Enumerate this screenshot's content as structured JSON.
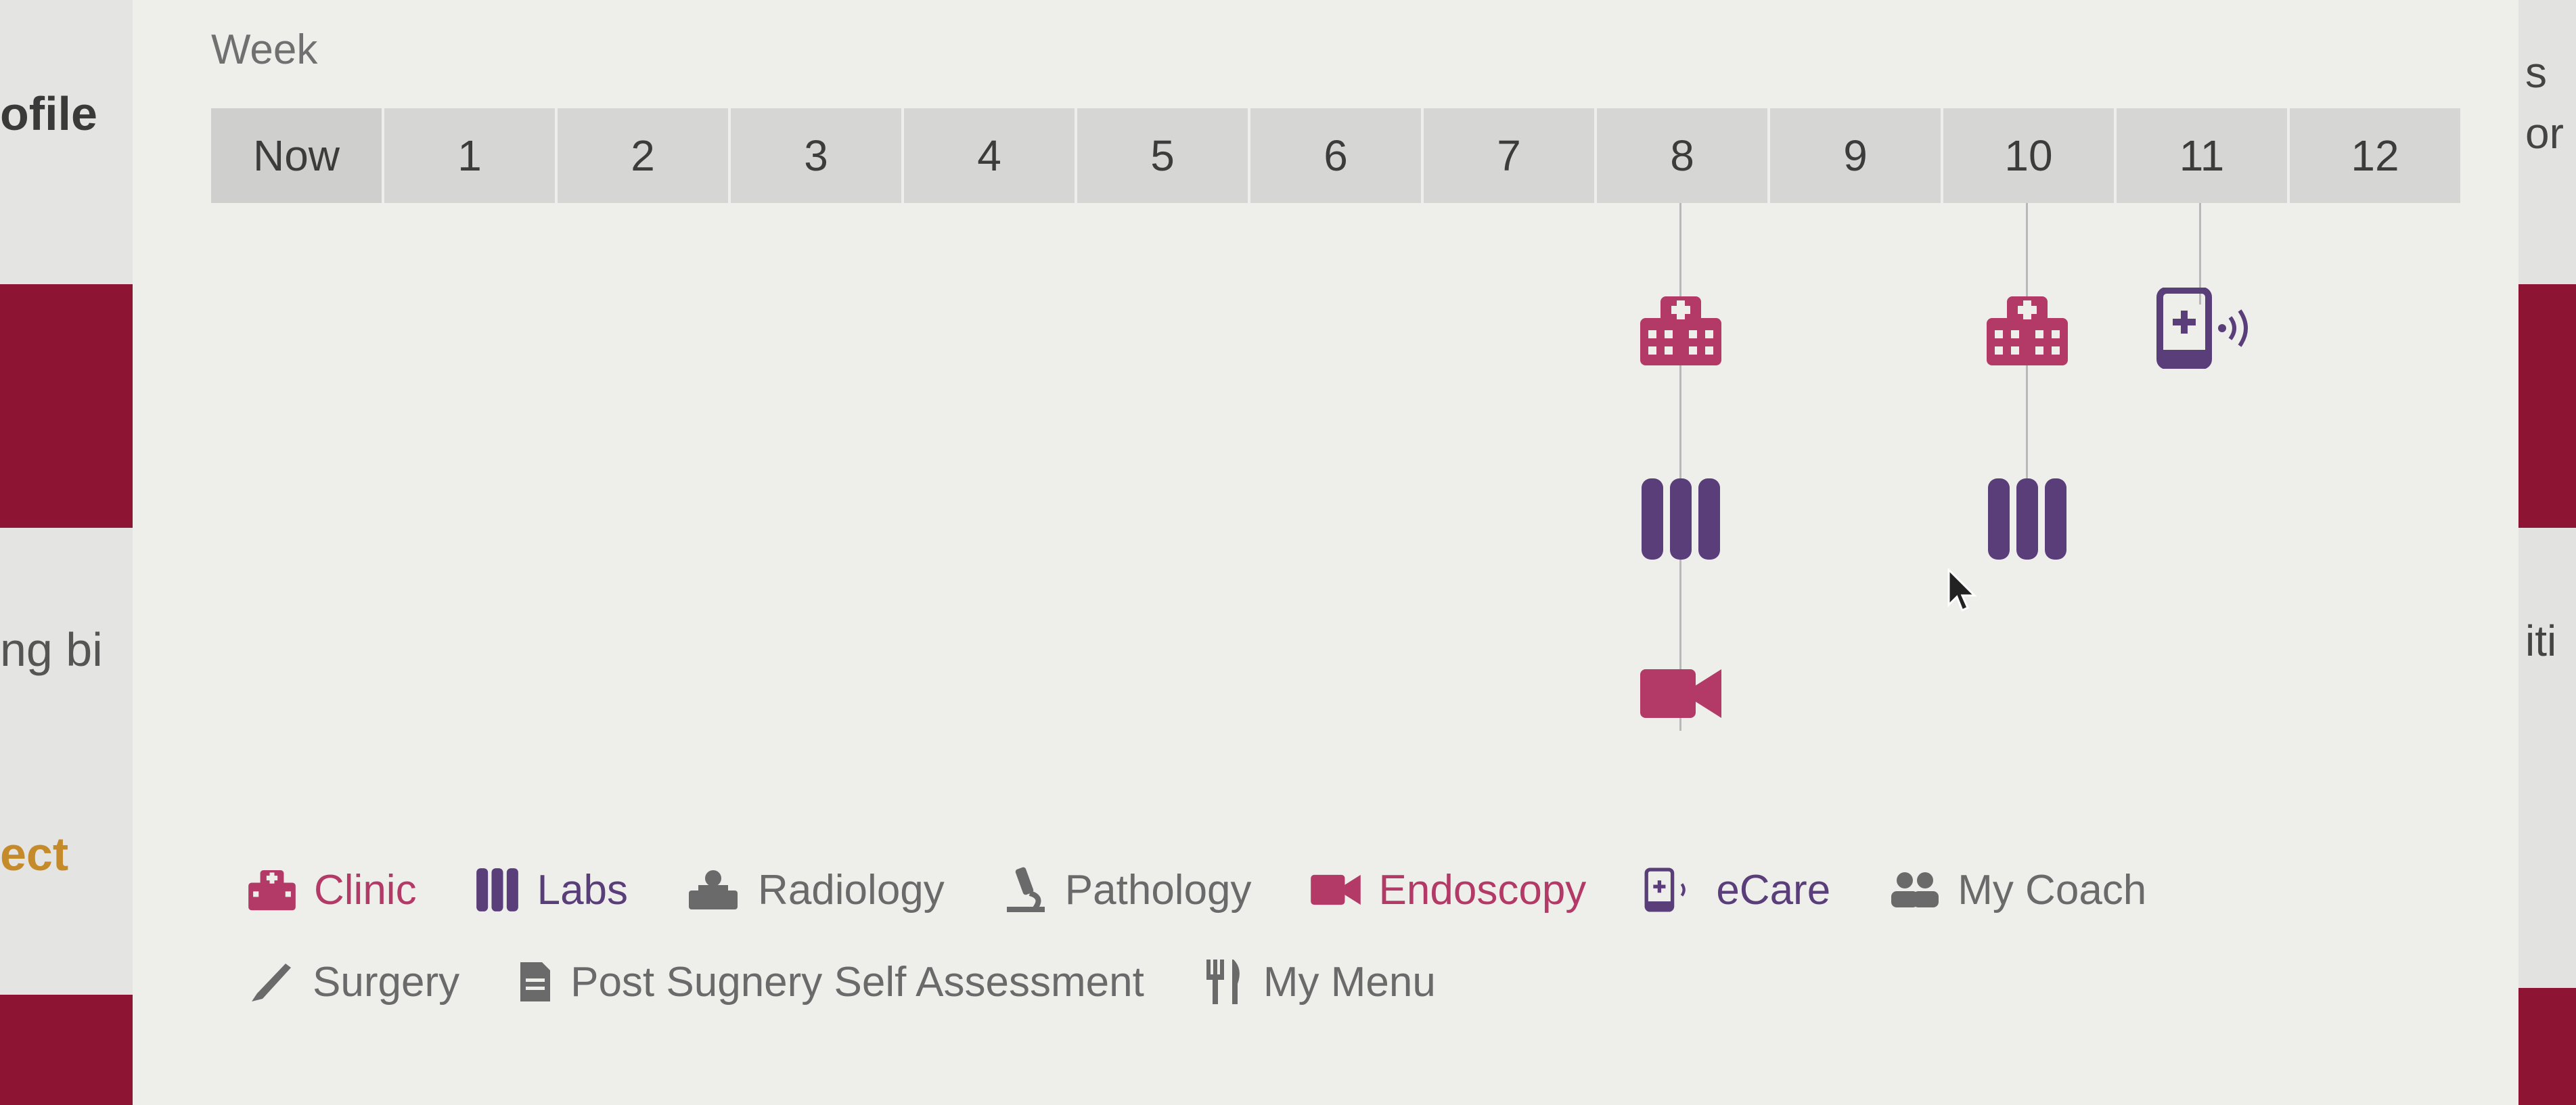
{
  "background": {
    "left_texts": [
      "ofile",
      "ng bi",
      "ect"
    ],
    "right_texts": [
      "s",
      "or",
      "iti"
    ]
  },
  "week_label": "Week",
  "weeks": [
    "Now",
    "1",
    "2",
    "3",
    "4",
    "5",
    "6",
    "7",
    "8",
    "9",
    "10",
    "11",
    "12"
  ],
  "timeline": {
    "week_8": [
      "Clinic",
      "Labs",
      "Endoscopy"
    ],
    "week_10": [
      "Clinic",
      "Labs"
    ],
    "week_11": [
      "eCare"
    ]
  },
  "legend": {
    "clinic": "Clinic",
    "labs": "Labs",
    "radiology": "Radiology",
    "pathology": "Pathology",
    "endoscopy": "Endoscopy",
    "ecare": "eCare",
    "my_coach": "My Coach",
    "surgery": "Surgery",
    "post_surgery": "Post Sugnery Self Assessment",
    "my_menu": "My Menu"
  },
  "colors": {
    "clinic": "#b33a66",
    "labs": "#5a3e7a",
    "endoscopy": "#b33a66",
    "ecare": "#5a3e7a",
    "neutral_icon": "#6a6a6a"
  }
}
